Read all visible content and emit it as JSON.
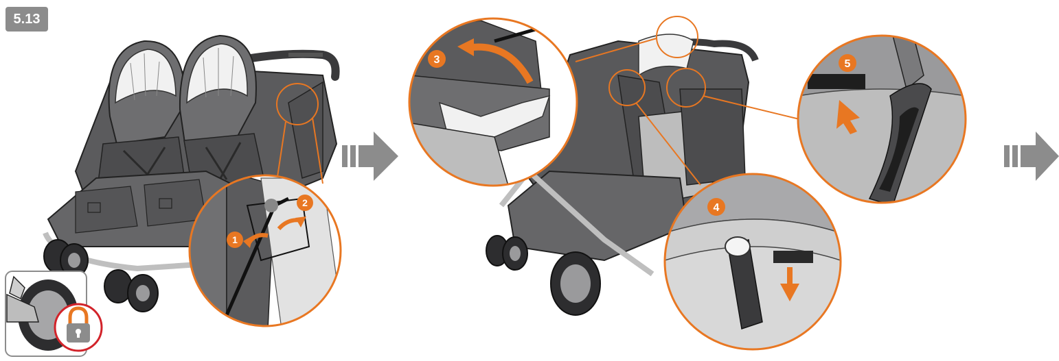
{
  "figure": {
    "step_label": "5.13",
    "callouts": [
      {
        "number": "1"
      },
      {
        "number": "2"
      },
      {
        "number": "3"
      },
      {
        "number": "4"
      },
      {
        "number": "5"
      }
    ],
    "colors": {
      "accent": "#e87722",
      "stroller_dark": "#4a4a4c",
      "stroller_mid": "#707072",
      "stroller_light": "#bdbdbd",
      "arrow_gray": "#8c8c8c",
      "lock_ring": "#d2232a"
    },
    "icons": [
      "double-stroller-illustration",
      "detail-zoom-circle",
      "next-step-arrow-icon",
      "brake-lock-icon",
      "padlock-icon",
      "folded-seat-illustration"
    ]
  }
}
